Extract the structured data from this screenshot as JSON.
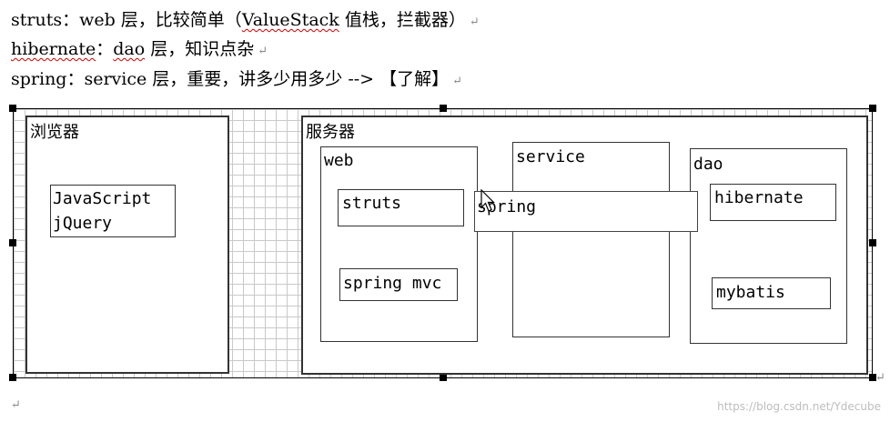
{
  "text_lines": [
    {
      "prefix": "struts：web 层，比较简单（",
      "underlined": "ValueStack",
      "suffix": " 值栈，拦截器）"
    },
    {
      "prefix": "",
      "underlined": "hibernate",
      "mid": "：",
      "underlined2": "dao",
      "suffix": " 层，知识点杂"
    },
    {
      "text": "spring：service 层，重要，讲多少用多少  -->  【了解】"
    }
  ],
  "paragraph_mark": "↵",
  "diagram": {
    "browser": {
      "title": "浏览器",
      "inner_lines": [
        "JavaScript",
        "jQuery"
      ]
    },
    "server": {
      "title": "服务器",
      "web": {
        "title": "web",
        "struts": "struts",
        "springmvc": "spring mvc"
      },
      "service": {
        "title": "service"
      },
      "spring_bar": "spring",
      "dao": {
        "title": "dao",
        "hibernate": "hibernate",
        "mybatis": "mybatis"
      }
    }
  },
  "watermark": "https://blog.csdn.net/Ydecube"
}
